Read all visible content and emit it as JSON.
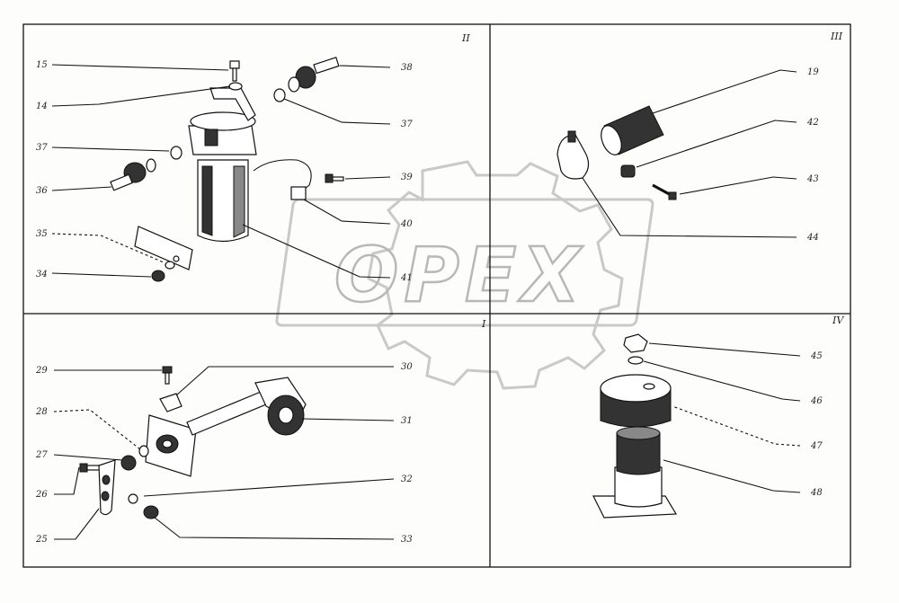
{
  "watermark": {
    "text": "OPEX"
  },
  "panels": {
    "top_left": {
      "title": "II"
    },
    "top_right": {
      "title": "III"
    },
    "bottom_left": {
      "title": "I"
    },
    "bottom_right": {
      "title": "IV"
    }
  },
  "labels": {
    "l15": "15",
    "l14": "14",
    "l37a": "37",
    "l36": "36",
    "l35a": "35",
    "l34": "34",
    "l38": "38",
    "l37b": "37",
    "l39": "39",
    "l40": "40",
    "l41": "41",
    "l19": "19",
    "l42": "42",
    "l43": "43",
    "l44": "44",
    "l29": "29",
    "l28": "28",
    "l27": "27",
    "l26": "26",
    "l25": "25",
    "l30": "30",
    "l31": "31",
    "l32": "32",
    "l33": "33",
    "l45": "45",
    "l46": "46",
    "l47": "47",
    "l48": "48"
  }
}
